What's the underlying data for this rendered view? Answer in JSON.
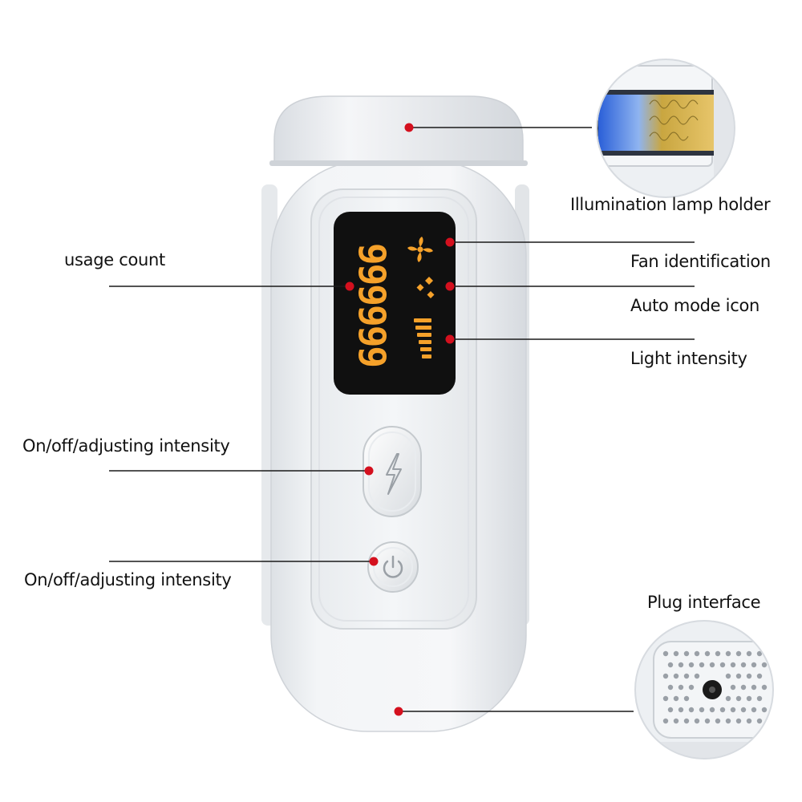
{
  "labels": {
    "usage_count": "usage count",
    "onoff_top": "On/off/adjusting intensity",
    "onoff_bottom": "On/off/adjusting intensity",
    "lamp_holder": "Illumination lamp holder",
    "fan": "Fan identification",
    "auto_mode": "Auto mode icon",
    "light_intensity": "Light intensity",
    "plug": "Plug interface"
  },
  "display": {
    "digits": "999999"
  },
  "colors": {
    "callout_dot": "#d4101e",
    "display_orange": "#f5a12a",
    "device_white": "#f1f3f5",
    "screen_black": "#101010",
    "line": "#1a1a1a"
  },
  "icons": {
    "fan": "fan-icon",
    "auto_mode": "auto-mode-icon",
    "intensity": "intensity-bars-icon",
    "flash_button": "lightning-icon",
    "power_button": "power-icon"
  }
}
